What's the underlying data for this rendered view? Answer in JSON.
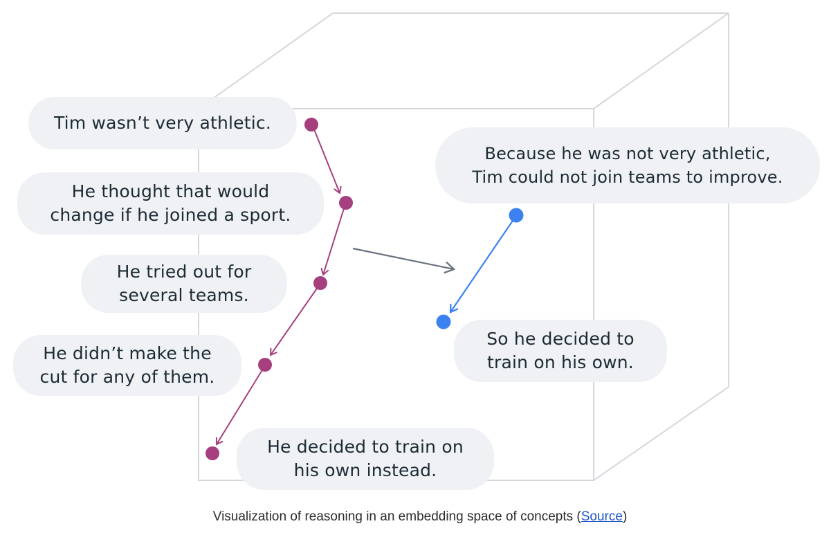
{
  "colors": {
    "purple": "#a53f7e",
    "blue": "#3b82f0",
    "connector": "#6b7280",
    "box": "#d4d7dc",
    "bubble_bg": "#eff1f4"
  },
  "bubbles": {
    "b1": {
      "line1": "Tim wasn’t very athletic."
    },
    "b2": {
      "line1": "He thought that would",
      "line2": "change if he joined a sport."
    },
    "b3": {
      "line1": "He tried out for",
      "line2": "several teams."
    },
    "b4": {
      "line1": "He didn’t make the",
      "line2": "cut for any of them."
    },
    "b5": {
      "line1": "He decided to train on",
      "line2": "his own instead."
    },
    "b6": {
      "line1": "Because he was not very athletic,",
      "line2": "Tim could not join teams to improve."
    },
    "b7": {
      "line1": "So he decided to",
      "line2": "train on his own."
    }
  },
  "caption": {
    "text": "Visualization of reasoning in an embedding space of concepts (",
    "link": "Source",
    "close": ")"
  }
}
